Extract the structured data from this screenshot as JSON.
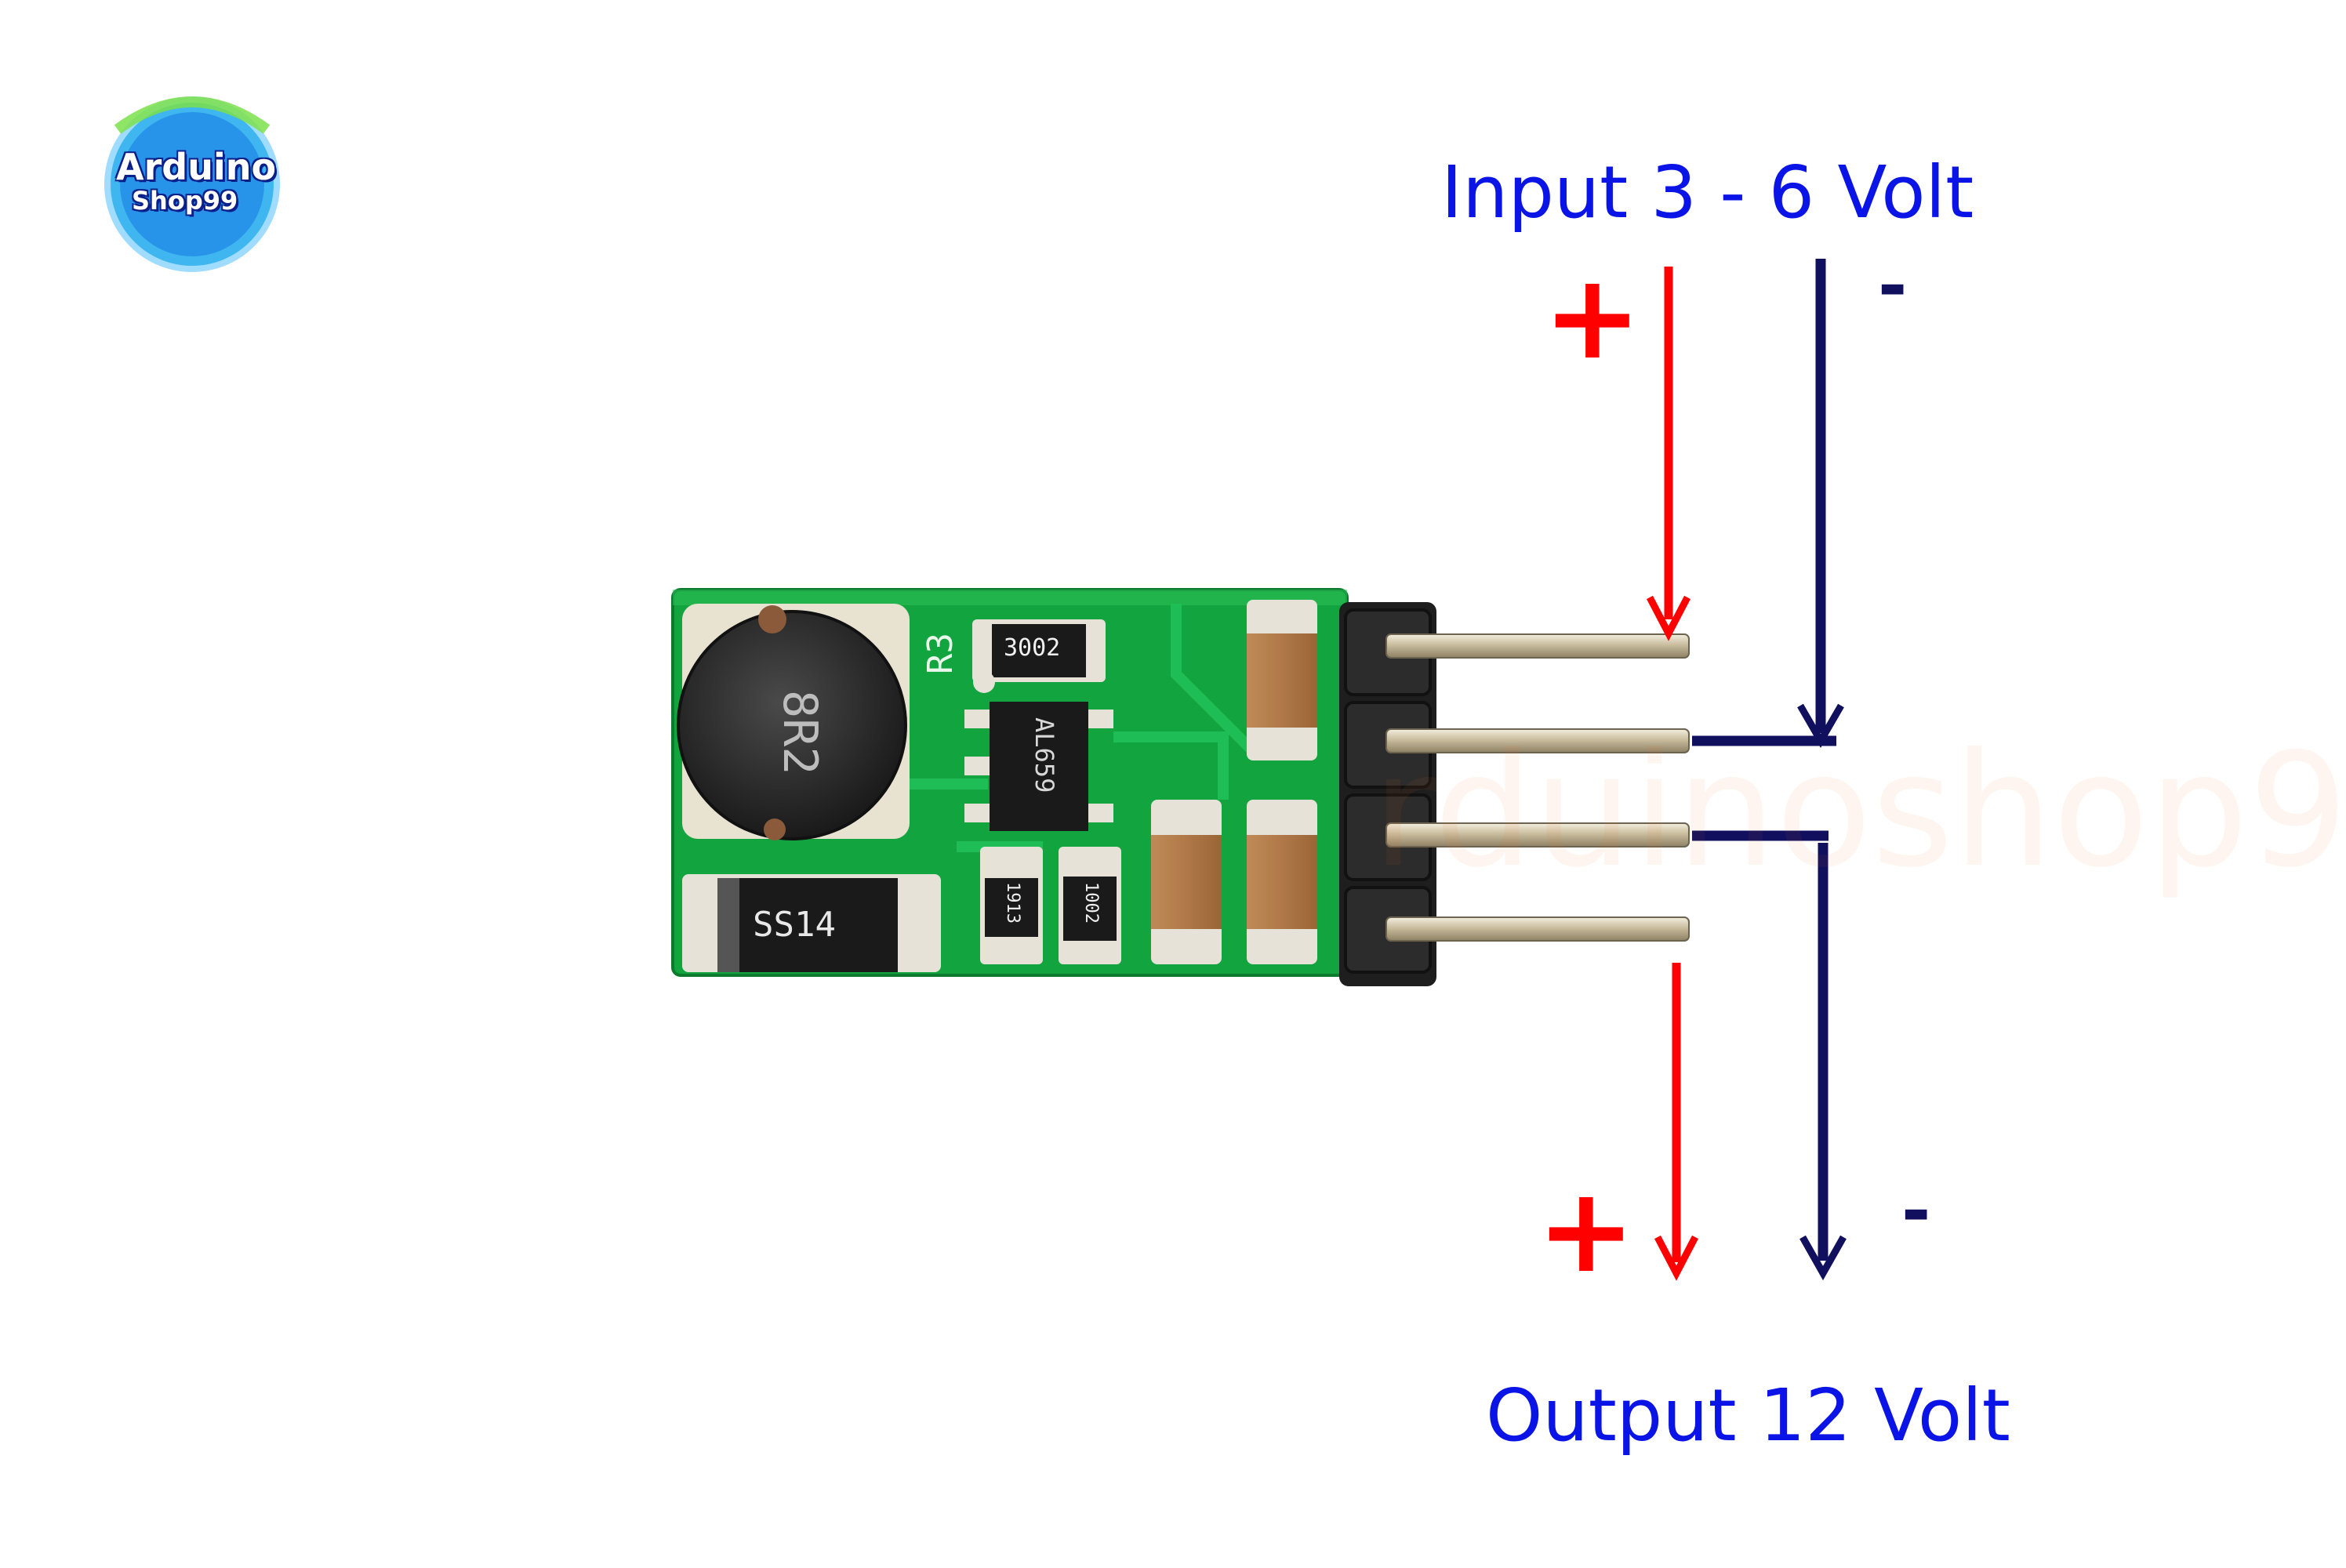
{
  "logo": {
    "line1": "Arduino",
    "line2": "Shop99"
  },
  "labels": {
    "input_title": "Input 3 - 6 Volt",
    "output_title": "Output 12 Volt",
    "input_plus": "+",
    "input_minus": "-",
    "output_plus": "+",
    "output_minus": "-"
  },
  "watermark": "rduinoshop99",
  "board": {
    "silkscreen_ref": "R3",
    "inductor_marking": "8R2",
    "ic_marking": "AL659",
    "resistor_top": "3002",
    "resistor_left": "1913",
    "resistor_right": "1002",
    "diode_marking": "SS14"
  },
  "colors": {
    "positive": "#ff0000",
    "negative": "#10105e",
    "title": "#0a14e6",
    "pcb": "#12a43e"
  }
}
